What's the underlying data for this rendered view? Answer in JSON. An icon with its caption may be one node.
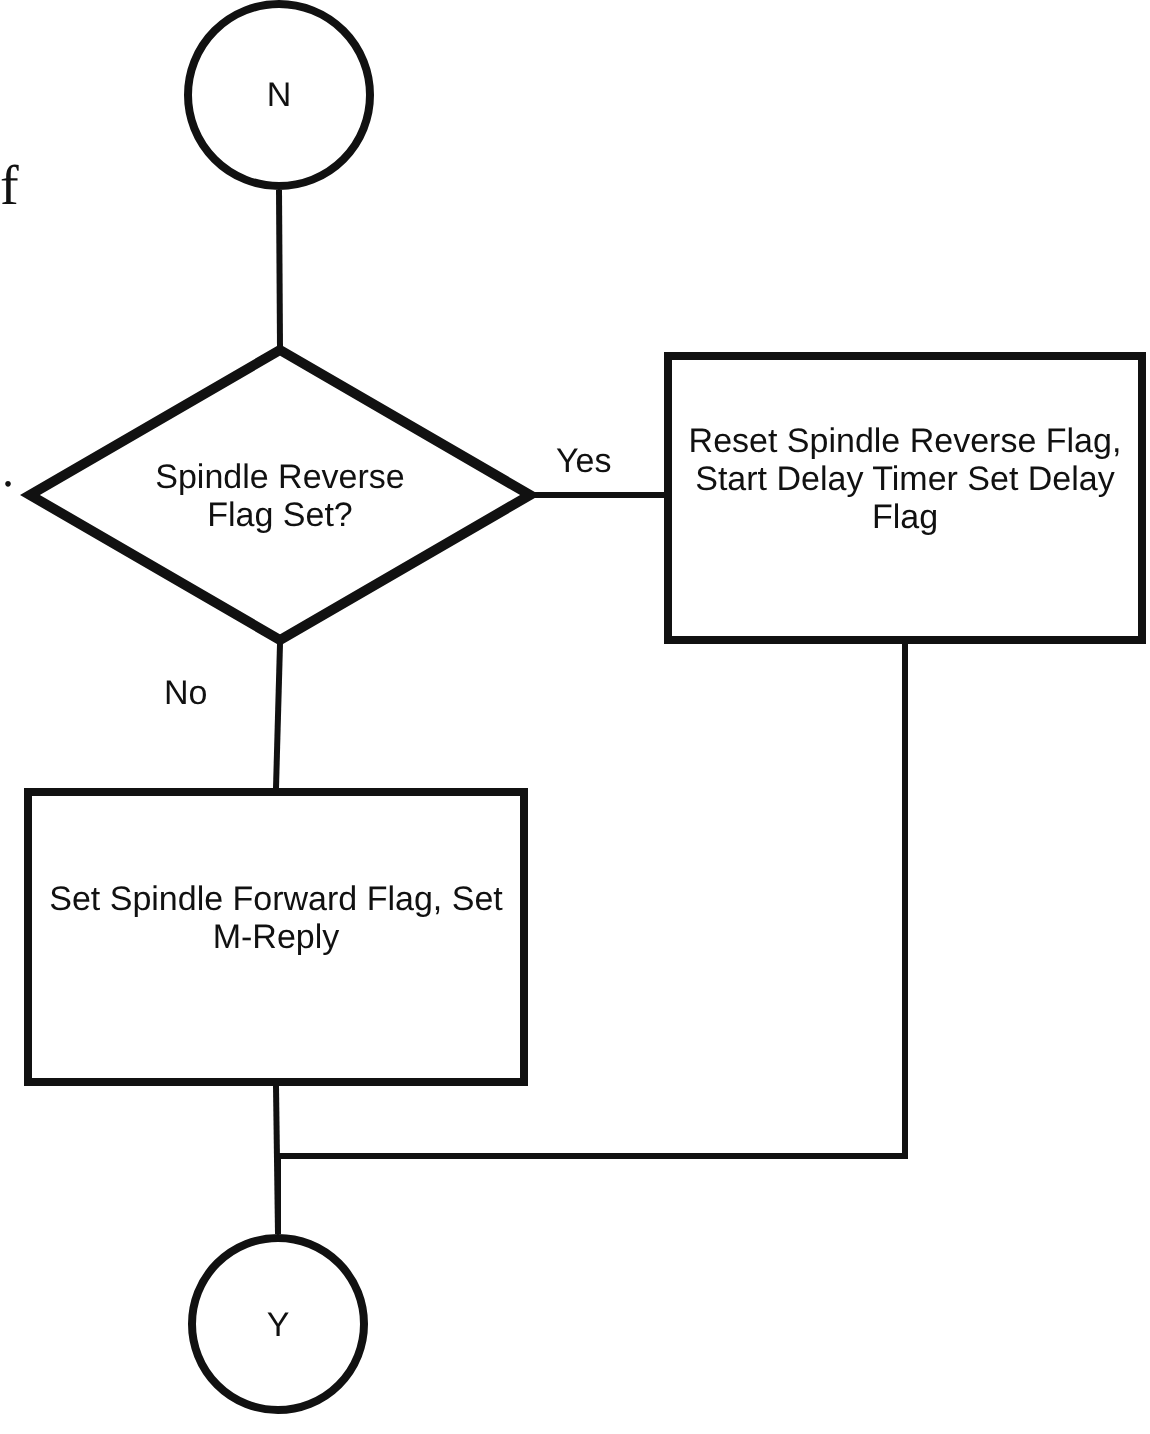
{
  "diagram": {
    "nodes": [
      {
        "text": [
          "N"
        ]
      },
      {
        "text": [
          "Spindle Reverse Flag Set?"
        ]
      },
      {
        "text": [
          "Reset Spindle Reverse Flag, Start Delay Timer Set Delay Flag"
        ]
      },
      {
        "text": [
          "Set Spindle Forward Flag, Set M-Reply"
        ]
      },
      {
        "text": [
          "Y"
        ]
      }
    ],
    "edges": [
      {
        "from": 0,
        "to": 1,
        "arrow": "none"
      },
      {
        "from": 1,
        "to": 2,
        "arrow": "none",
        "label": "Yes"
      },
      {
        "from": 1,
        "to": 3,
        "arrow": "none",
        "label": "No"
      },
      {
        "from": 3,
        "to": 4,
        "arrow": "none"
      },
      {
        "from": 2,
        "to": 4,
        "arrow": "none"
      }
    ],
    "labels": [
      "f",
      "."
    ]
  }
}
